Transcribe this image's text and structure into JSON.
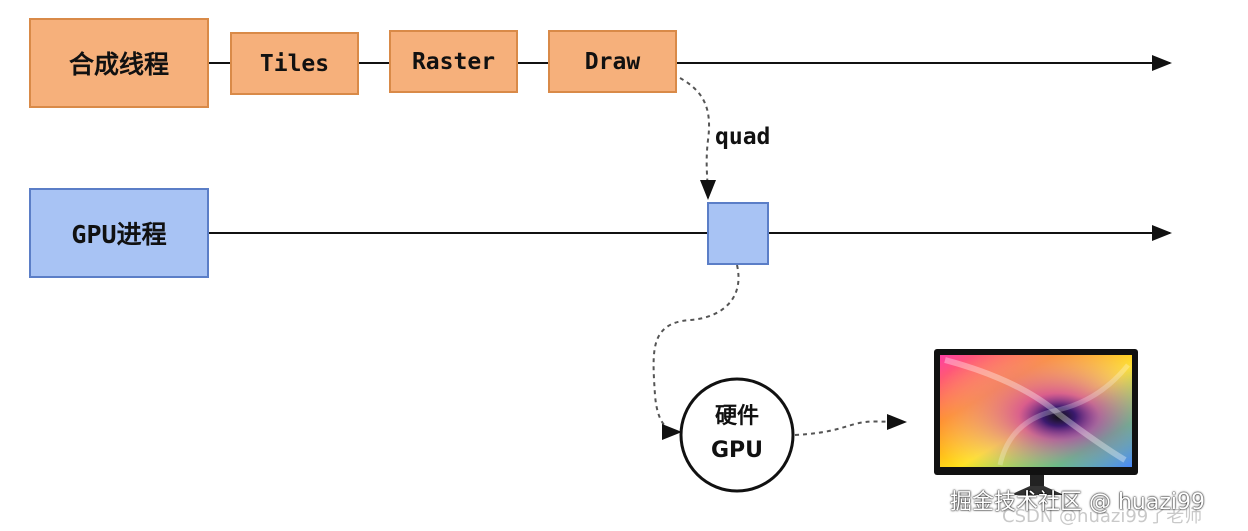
{
  "compositor": {
    "title": "合成线程",
    "steps": [
      "Tiles",
      "Raster",
      "Draw"
    ]
  },
  "gpu_process": {
    "title": "GPU进程"
  },
  "quad_label": "quad",
  "hardware": {
    "line1": "硬件",
    "line2": "GPU"
  },
  "watermark": {
    "main": "掘金技术社区 @ huazi99",
    "sub": "CSDN @huazi99了老师"
  },
  "colors": {
    "orange_fill": "#f6b07b",
    "orange_border": "#d98a48",
    "blue_fill": "#a8c3f4",
    "blue_border": "#5b7ec7"
  },
  "icons": [
    "monitor-icon"
  ]
}
